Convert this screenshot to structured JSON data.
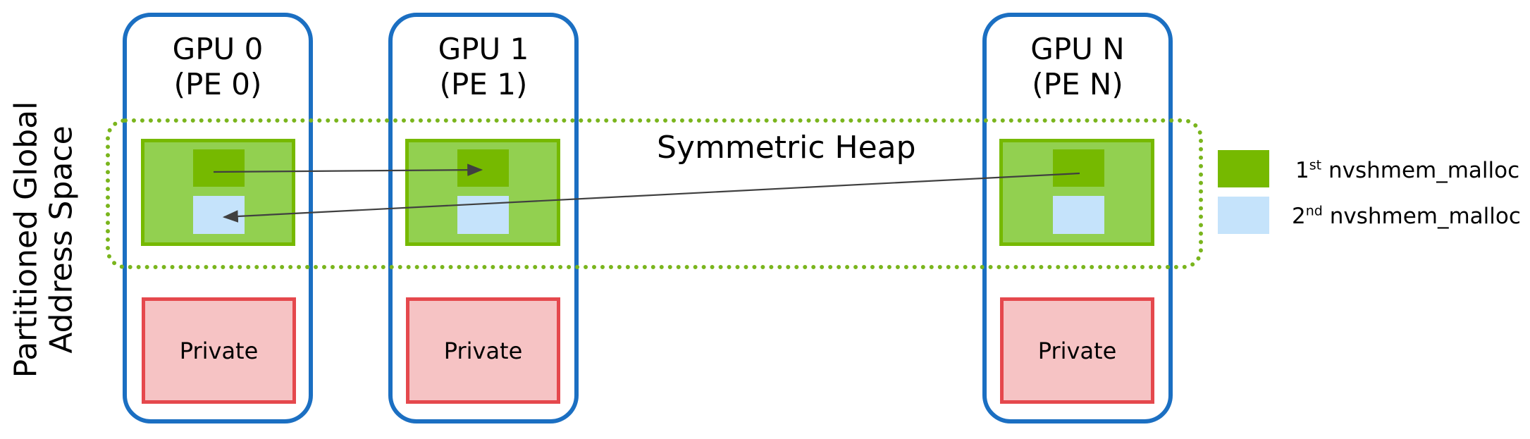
{
  "side_title": {
    "line1": "Partitioned Global",
    "line2": "Address Space"
  },
  "gpus": [
    {
      "name": "GPU 0",
      "pe": "(PE 0)",
      "private_label": "Private"
    },
    {
      "name": "GPU 1",
      "pe": "(PE 1)",
      "private_label": "Private"
    },
    {
      "name": "GPU N",
      "pe": "(PE N)",
      "private_label": "Private"
    }
  ],
  "heap": {
    "label": "Symmetric Heap"
  },
  "legend": [
    {
      "ordinal": "1",
      "suffix": "st",
      "text": "nvshmem_malloc",
      "color": "#76b900"
    },
    {
      "ordinal": "2",
      "suffix": "nd",
      "text": "nvshmem_malloc",
      "color": "#c5e3fb"
    }
  ],
  "colors": {
    "gpu_border": "#1b6fc2",
    "heap_dotted": "#7ab51d",
    "heap_fill": "#92d050",
    "heap_border": "#76b900",
    "private_fill": "#f6c3c4",
    "private_border": "#e5484d",
    "arrow": "#404040"
  },
  "arrows": [
    {
      "from": "GPU 0 1st nvshmem_malloc",
      "to": "GPU 1 1st nvshmem_malloc"
    },
    {
      "from": "GPU N 1st nvshmem_malloc",
      "to": "GPU 0 2nd nvshmem_malloc"
    }
  ]
}
